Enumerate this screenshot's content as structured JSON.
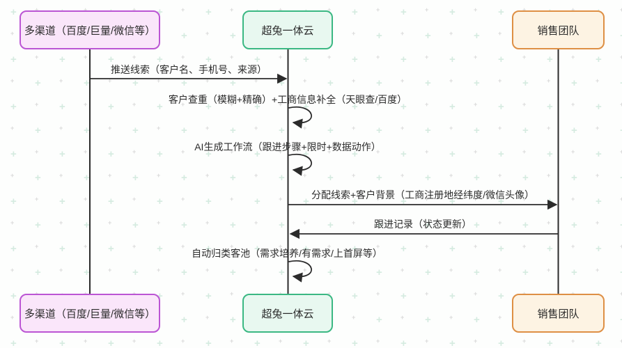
{
  "diagram": {
    "background": {
      "color": "#fdfefd",
      "pattern_plus_green": "#d5ebe0",
      "pattern_plus_gray": "#dadada"
    },
    "line_color": "#2b2b2b",
    "text_color": "#2b2b2b",
    "actors": [
      {
        "id": "channels",
        "label": "多渠道（百度/巨量/微信等）",
        "fill": "#fae6fa",
        "border": "#bb55d4"
      },
      {
        "id": "xtools",
        "label": "超兔一体云",
        "fill": "#e8f8f0",
        "border": "#3bb883"
      },
      {
        "id": "sales",
        "label": "销售团队",
        "fill": "#fdf3e3",
        "border": "#de8f44"
      }
    ],
    "messages": [
      {
        "from": "多渠道（百度/巨量/微信等）",
        "to": "超兔一体云",
        "kind": "arrow-right",
        "label": "推送线索（客户名、手机号、来源）"
      },
      {
        "from": "超兔一体云",
        "to": "超兔一体云",
        "kind": "self-loop",
        "label": "客户查重（模糊+精确）+工商信息补全（天眼查/百度）"
      },
      {
        "from": "超兔一体云",
        "to": "超兔一体云",
        "kind": "self-loop",
        "label": "AI生成工作流（跟进步骤+限时+数据动作）"
      },
      {
        "from": "超兔一体云",
        "to": "销售团队",
        "kind": "arrow-right",
        "label": "分配线索+客户背景（工商注册地经纬度/微信头像）"
      },
      {
        "from": "销售团队",
        "to": "超兔一体云",
        "kind": "arrow-left",
        "label": "跟进记录（状态更新）"
      },
      {
        "from": "超兔一体云",
        "to": "超兔一体云",
        "kind": "self-loop",
        "label": "自动归类客池（需求培养/有需求/上首屏等）"
      }
    ]
  }
}
